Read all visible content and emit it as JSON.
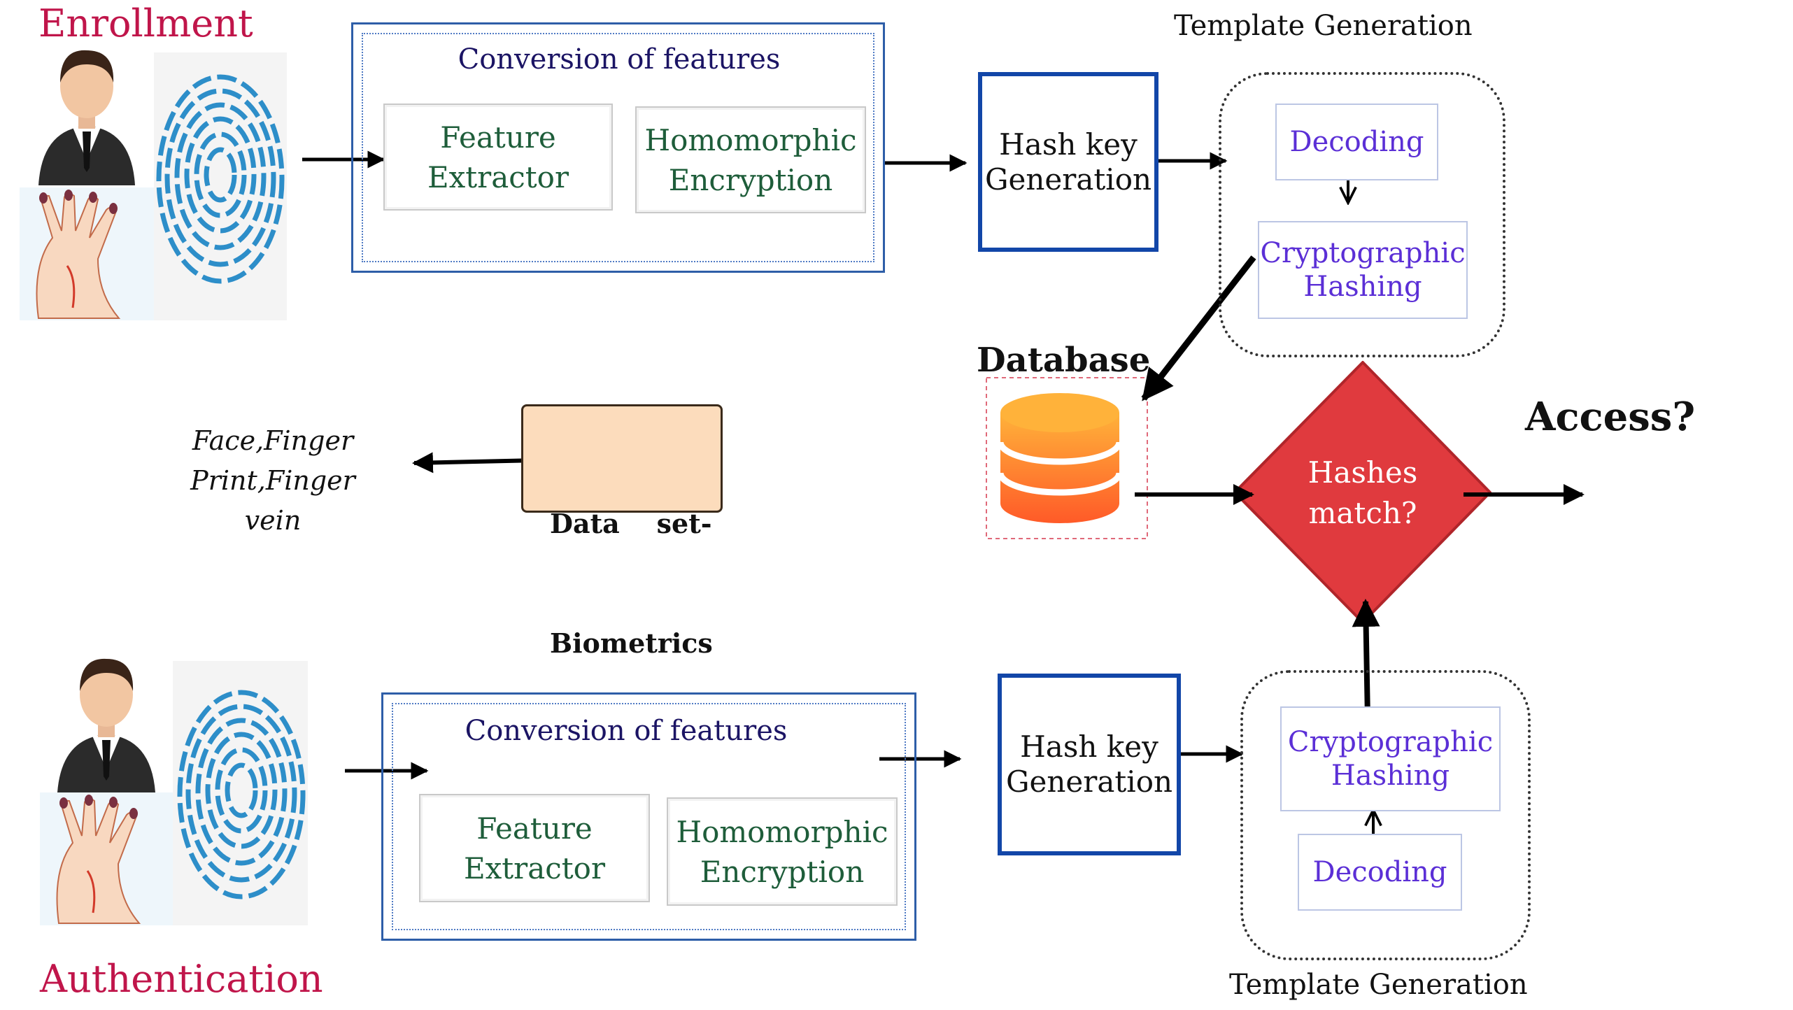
{
  "enrollment": {
    "title": "Enrollment",
    "conversion": {
      "title": "Conversion of features",
      "feature_extractor": [
        "Feature",
        "Extractor"
      ],
      "homomorphic": [
        "Homomorphic",
        "Encryption"
      ]
    },
    "hash_key": [
      "Hash key",
      "Generation"
    ],
    "template": {
      "title": "Template Generation",
      "decoding": "Decoding",
      "crypto": [
        "Cryptographic",
        "Hashing"
      ]
    }
  },
  "authentication": {
    "title": "Authentication",
    "conversion": {
      "title": "Conversion of features",
      "feature_extractor": [
        "Feature",
        "Extractor"
      ],
      "homomorphic": [
        "Homomorphic",
        "Encryption"
      ]
    },
    "hash_key": [
      "Hash key",
      "Generation"
    ],
    "template": {
      "title": "Template Generation",
      "decoding": "Decoding",
      "crypto": [
        "Cryptographic",
        "Hashing"
      ]
    }
  },
  "database": {
    "label": "Database"
  },
  "decision": {
    "text": [
      "Hashes",
      "match?"
    ],
    "output": "Access?"
  },
  "dataset": {
    "label": [
      "Data    set-",
      "Biometrics"
    ],
    "types": [
      "Face,Finger",
      "Print,Finger vein"
    ]
  },
  "colors": {
    "heading": "#c0154a",
    "conversion_title": "#1b1464",
    "green_text": "#1e5d3a",
    "purple_text": "#5b2fd6",
    "diamond": "#e03a3e",
    "dataset_fill": "#fcdcbc",
    "database_orange": "#ff7a2a"
  }
}
